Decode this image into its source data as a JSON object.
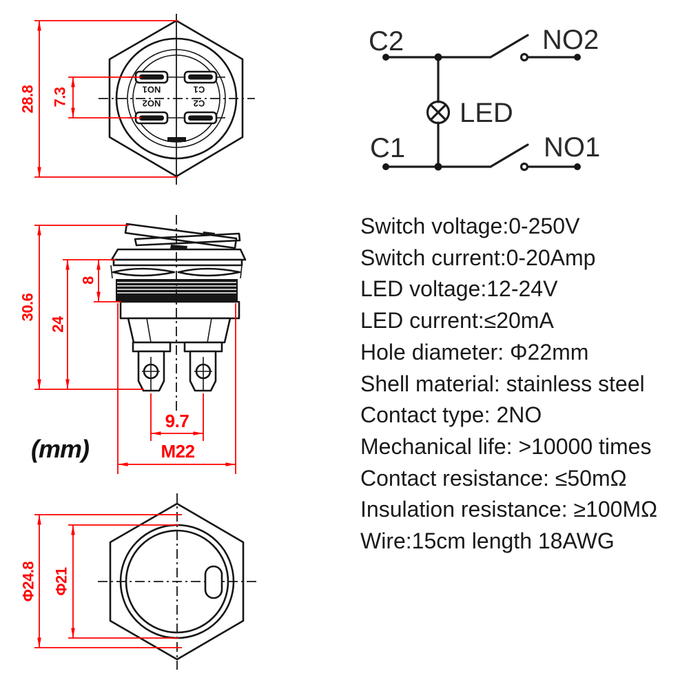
{
  "colors": {
    "dimension_red": "#fe0000",
    "ink_black": "#161616",
    "background": "#ffffff"
  },
  "unit_note": "(mm)",
  "back_view": {
    "dim_overall_height": "28.8",
    "dim_terminal_row_pitch": "7.3",
    "pad_labels": {
      "top_left": "NO1",
      "bottom_left": "NO2",
      "top_right": "C1",
      "bottom_right": "C2"
    }
  },
  "schematic": {
    "common_2": "C2",
    "normally_open_2": "NO2",
    "led": "LED",
    "common_1": "C1",
    "normally_open_1": "NO1"
  },
  "side_view": {
    "dim_total_height": "30.6",
    "dim_body_height": "24",
    "dim_thread_length": "8",
    "dim_terminal_pitch": "9.7",
    "thread_spec": "M22"
  },
  "bottom_view": {
    "dim_bezel_diameter": "Φ24.8",
    "dim_button_diameter": "Φ21"
  },
  "specs": {
    "lines": [
      "Switch voltage:0-250V",
      "Switch current:0-20Amp",
      "LED voltage:12-24V",
      "LED current:≤20mA",
      "Hole diameter: Φ22mm",
      "Shell material: stainless steel",
      "Contact type: 2NO",
      "Mechanical life: >10000 times",
      "Contact resistance: ≤50mΩ",
      "Insulation resistance: ≥100MΩ",
      "Wire:15cm length 18AWG"
    ]
  }
}
